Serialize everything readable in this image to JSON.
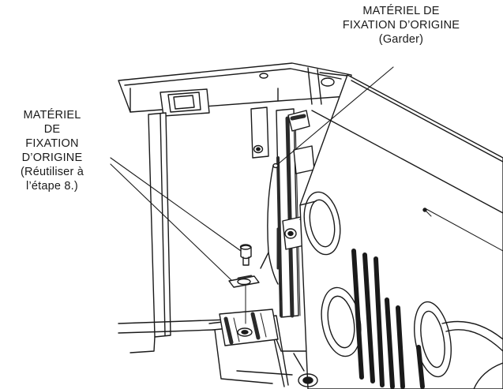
{
  "callouts": {
    "left": {
      "lines": [
        "MATÉRIEL",
        "DE",
        "FIXATION",
        "D’ORIGINE",
        "(Réutiliser à",
        "l’étape 8.)"
      ]
    },
    "top": {
      "lines": [
        "MATÉRIEL DE",
        "FIXATION D’ORIGINE",
        "(Garder)"
      ]
    }
  },
  "colors": {
    "line": "#1a1a1a",
    "background": "#ffffff",
    "shade": "#2a2a2a"
  }
}
